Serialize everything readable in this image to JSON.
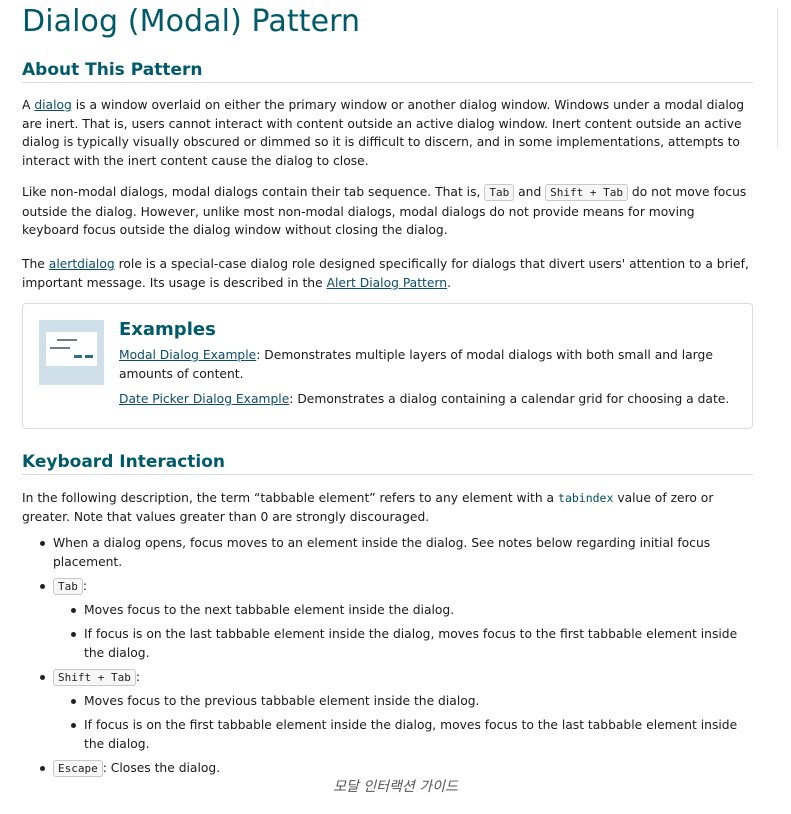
{
  "title": "Dialog (Modal) Pattern",
  "about": {
    "heading": "About This Pattern",
    "p1": {
      "pre": "A ",
      "link": "dialog",
      "post": " is a window overlaid on either the primary window or another dialog window. Windows under a modal dialog are inert. That is, users cannot interact with content outside an active dialog window. Inert content outside an active dialog is typically visually obscured or dimmed so it is difficult to discern, and in some implementations, attempts to interact with the inert content cause the dialog to close."
    },
    "p2": {
      "pre": "Like non-modal dialogs, modal dialogs contain their tab sequence. That is, ",
      "kbd1": "Tab",
      "mid": " and ",
      "kbd2": "Shift + Tab",
      "post": " do not move focus outside the dialog. However, unlike most non-modal dialogs, modal dialogs do not provide means for moving keyboard focus outside the dialog window without closing the dialog."
    },
    "p3": {
      "pre": "The ",
      "link1": "alertdialog",
      "mid": " role is a special-case dialog role designed specifically for dialogs that divert users' attention to a brief, important message. Its usage is described in the ",
      "link2": "Alert Dialog Pattern",
      "post": "."
    }
  },
  "examples": {
    "heading": "Examples",
    "items": [
      {
        "link": "Modal Dialog Example",
        "desc": ": Demonstrates multiple layers of modal dialogs with both small and large amounts of content."
      },
      {
        "link": "Date Picker Dialog Example",
        "desc": ": Demonstrates a dialog containing a calendar grid for choosing a date."
      }
    ]
  },
  "keyboard": {
    "heading": "Keyboard Interaction",
    "intro": {
      "pre": "In the following description, the term “tabbable element” refers to any element with a ",
      "code": "tabindex",
      "post": " value of zero or greater. Note that values greater than 0 are strongly discouraged."
    },
    "items": {
      "open": "When a dialog opens, focus moves to an element inside the dialog. See notes below regarding initial focus placement.",
      "tab_key": "Tab",
      "tab_sub1": "Moves focus to the next tabbable element inside the dialog.",
      "tab_sub2": "If focus is on the last tabbable element inside the dialog, moves focus to the first tabbable element inside the dialog.",
      "shift_tab_key": "Shift + Tab",
      "shift_sub1": "Moves focus to the previous tabbable element inside the dialog.",
      "shift_sub2": "If focus is on the first tabbable element inside the dialog, moves focus to the last tabbable element inside the dialog.",
      "escape_key": "Escape",
      "escape_desc": ": Closes the dialog.",
      "colon": ":"
    }
  },
  "caption": "모달 인터랙션 가이드"
}
